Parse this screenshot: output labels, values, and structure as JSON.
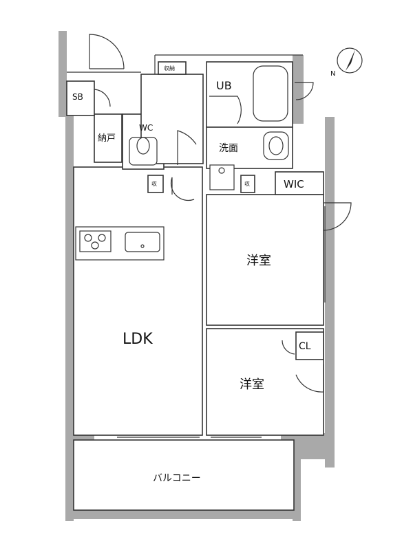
{
  "rooms": {
    "ldk": "LDK",
    "western_room_1": "洋室",
    "western_room_2": "洋室",
    "unit_bath": "UB",
    "washroom": "洗面",
    "toilet": "WC",
    "storage_nando": "納戸",
    "shoe_box": "SB",
    "walk_in_closet": "WIC",
    "closet": "CL",
    "storage_small_1": "収納",
    "storage_small_2": "収",
    "storage_small_3": "収",
    "balcony": "バルコニー"
  },
  "compass": {
    "north_label": "N"
  },
  "colors": {
    "wall": "#a9a9a9",
    "line": "#333333",
    "floor_stripe": "#ececec"
  }
}
